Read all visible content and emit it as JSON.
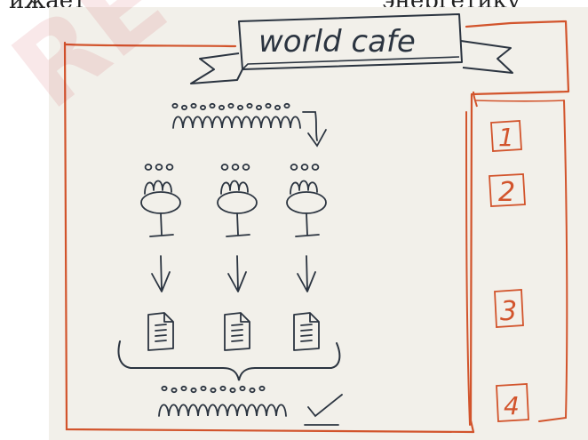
{
  "header": {
    "left_text": "ижает",
    "right_text": "энергетику"
  },
  "sketch": {
    "title": "world cafe",
    "steps": [
      "1",
      "2",
      "3",
      "4"
    ]
  },
  "colors": {
    "ink": "#2b3440",
    "accent": "#d2542c",
    "paper": "#f2f0ea"
  },
  "watermark": "RE"
}
